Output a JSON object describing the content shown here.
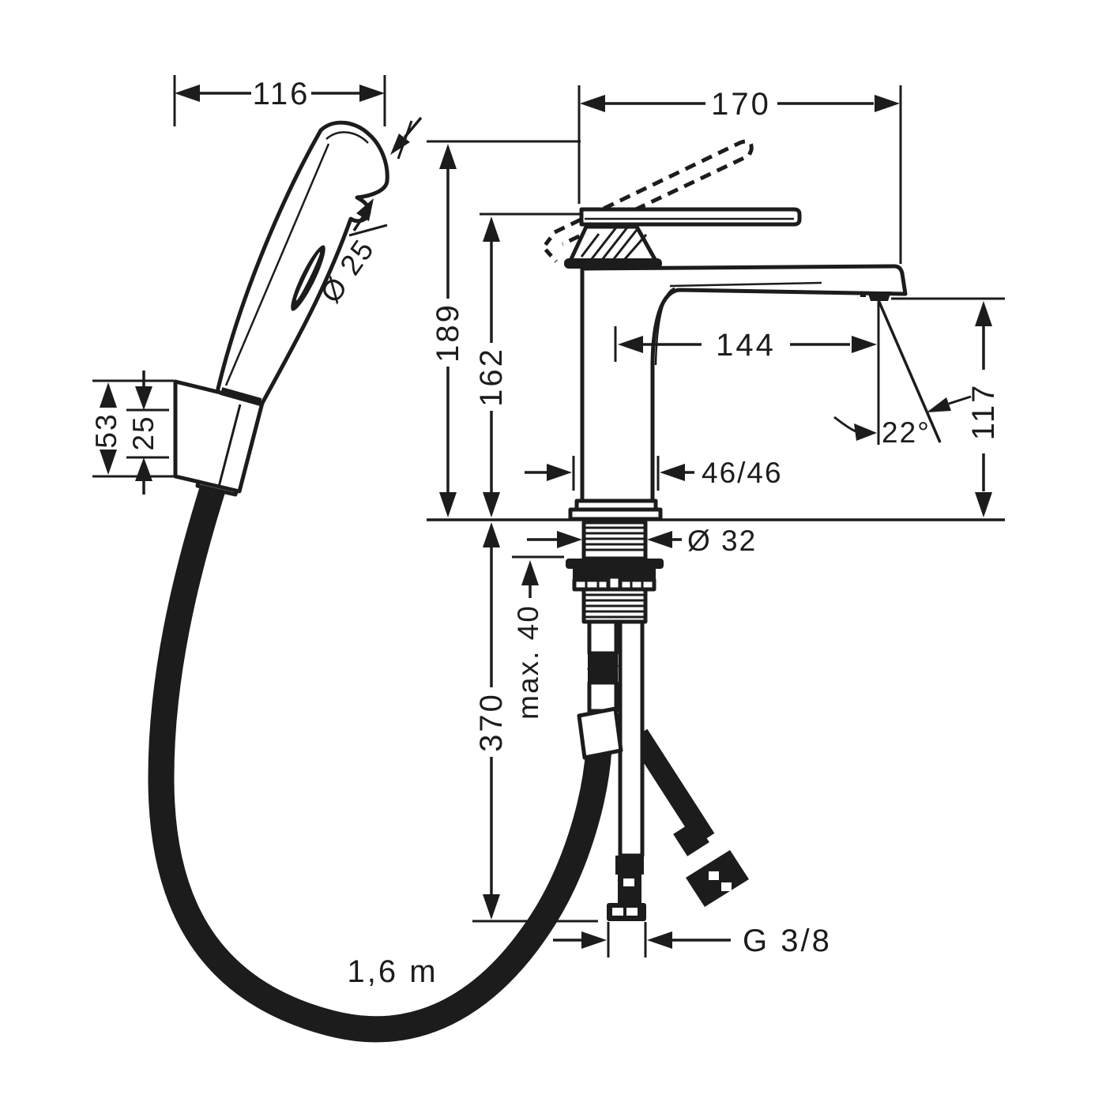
{
  "diagram": {
    "title": "faucet technical dimension drawing",
    "background_color": "#ffffff",
    "line_color": "#1c1c1c",
    "views": {
      "hand_spray": {
        "name": "hand spray with wall holder and hose",
        "dimensions": {
          "spray_width": {
            "label": "116"
          },
          "head_diameter": {
            "label": "Ø 25"
          },
          "holder_height": {
            "label": "53"
          },
          "holder_inner": {
            "label": "25"
          },
          "hose_length": {
            "label": "1,6 m"
          }
        }
      },
      "mixer": {
        "name": "single lever basin mixer, side view",
        "dimensions": {
          "lever_reach": {
            "label": "170"
          },
          "total_height": {
            "label": "189"
          },
          "lever_height": {
            "label": "162"
          },
          "spout_reach": {
            "label": "144"
          },
          "spout_angle": {
            "label": "22°"
          },
          "spout_height": {
            "label": "117"
          },
          "body_width": {
            "label": "46/46"
          },
          "shank_diameter": {
            "label": "Ø 32"
          },
          "max_deck_thickness": {
            "label": "max. 40"
          },
          "hose_below_deck": {
            "label": "370"
          },
          "connection_thread": {
            "label": "G 3/8"
          }
        }
      }
    }
  }
}
